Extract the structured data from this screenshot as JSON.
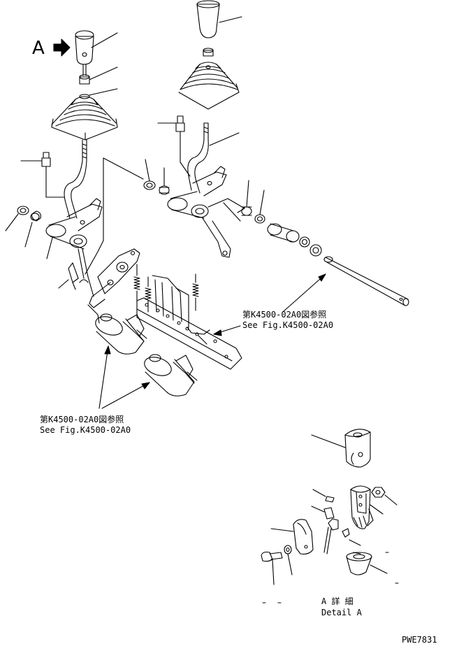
{
  "marker_a": "A",
  "refs": {
    "right_jp": "第K4500-02A0図参照",
    "right_en": "See Fig.K4500-02A0",
    "left_jp": "第K4500-02A0図参照",
    "left_en": "See Fig.K4500-02A0"
  },
  "detail": {
    "jp": "A 詳 細",
    "en": "Detail A"
  },
  "drawing_number": "PWE7831"
}
